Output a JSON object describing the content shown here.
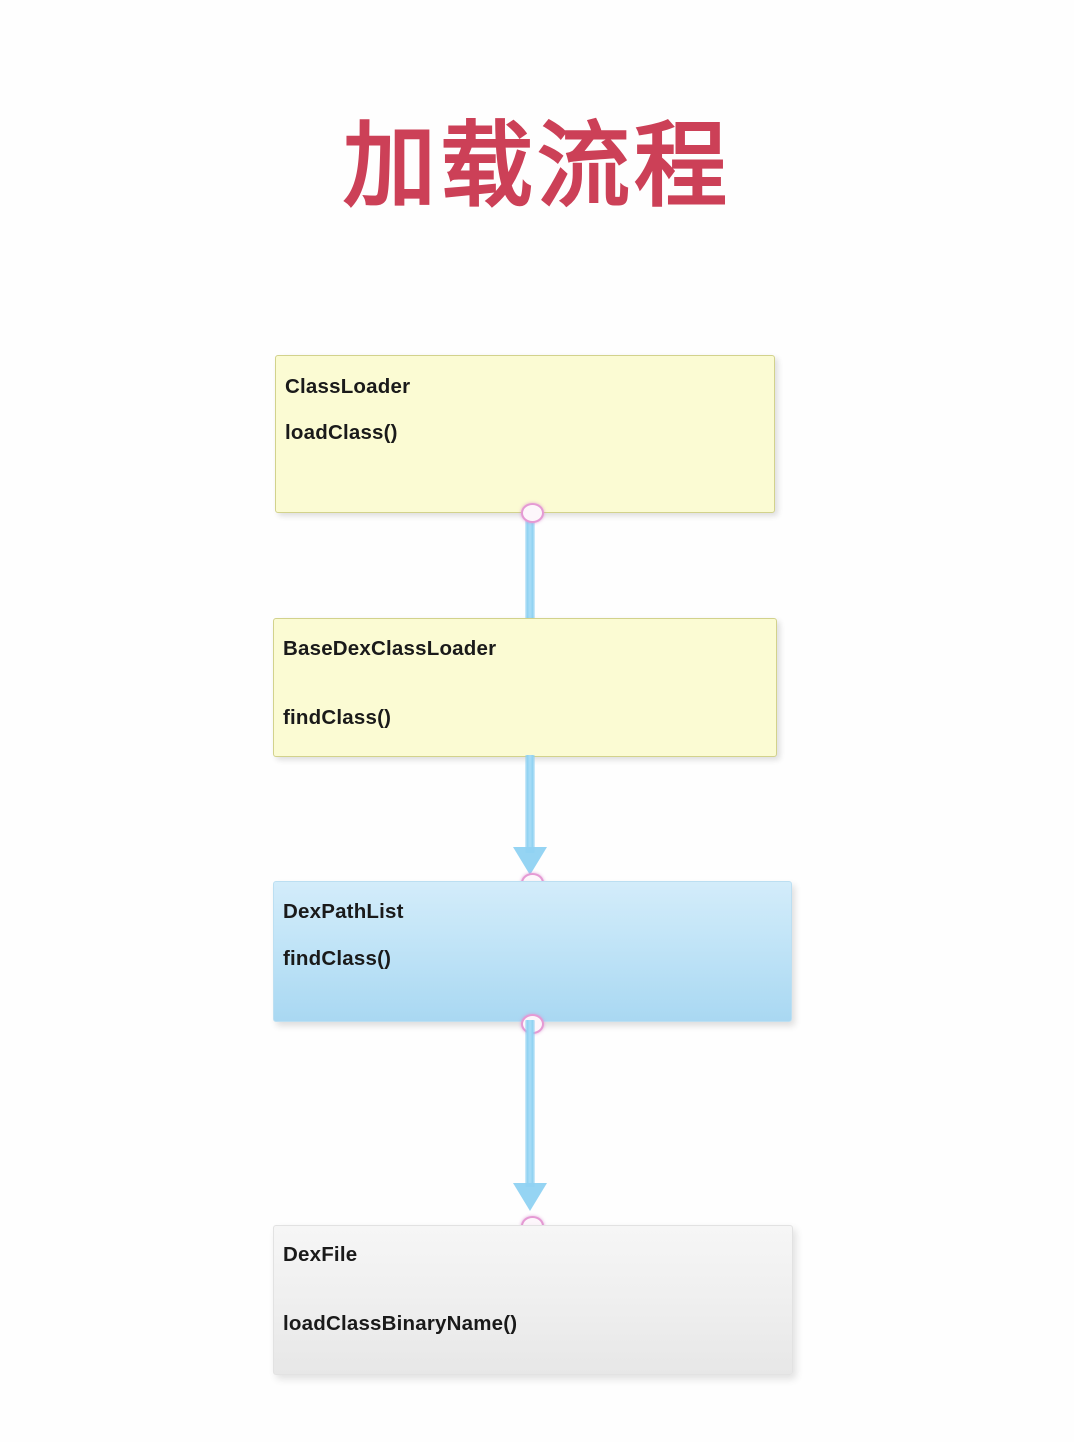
{
  "title": {
    "text": "加载流程",
    "color": "#cc4057"
  },
  "theme": {
    "background": "#fefefe",
    "yellow_box": "#fbfbd3",
    "yellow_border": "#d2d28c",
    "blue_box_top": "#d3ecfa",
    "blue_box_bottom": "#a9d8f2",
    "gray_box_top": "#f6f6f6",
    "gray_box_bottom": "#e7e7e7",
    "edge_color": "#8fd2f2",
    "port_color": "#e59ad4",
    "text_color": "#1a1a1a"
  },
  "diagram": {
    "type": "flowchart",
    "direction": "top-to-bottom",
    "nodes": [
      {
        "id": "classloader",
        "title": "ClassLoader",
        "method": "loadClass()",
        "fill": "yellow"
      },
      {
        "id": "basedexclassloader",
        "title": "BaseDexClassLoader",
        "method": "findClass()",
        "fill": "yellow"
      },
      {
        "id": "dexpathlist",
        "title": "DexPathList",
        "method": "findClass()",
        "fill": "blue"
      },
      {
        "id": "dexfile",
        "title": "DexFile",
        "method": "loadClassBinaryName()",
        "fill": "gray"
      }
    ],
    "edges": [
      {
        "id": "edge1",
        "from": "classloader",
        "to": "basedexclassloader",
        "arrowhead": false
      },
      {
        "id": "edge2",
        "from": "basedexclassloader",
        "to": "dexpathlist",
        "arrowhead": true
      },
      {
        "id": "edge3",
        "from": "dexpathlist",
        "to": "dexfile",
        "arrowhead": true
      }
    ]
  }
}
